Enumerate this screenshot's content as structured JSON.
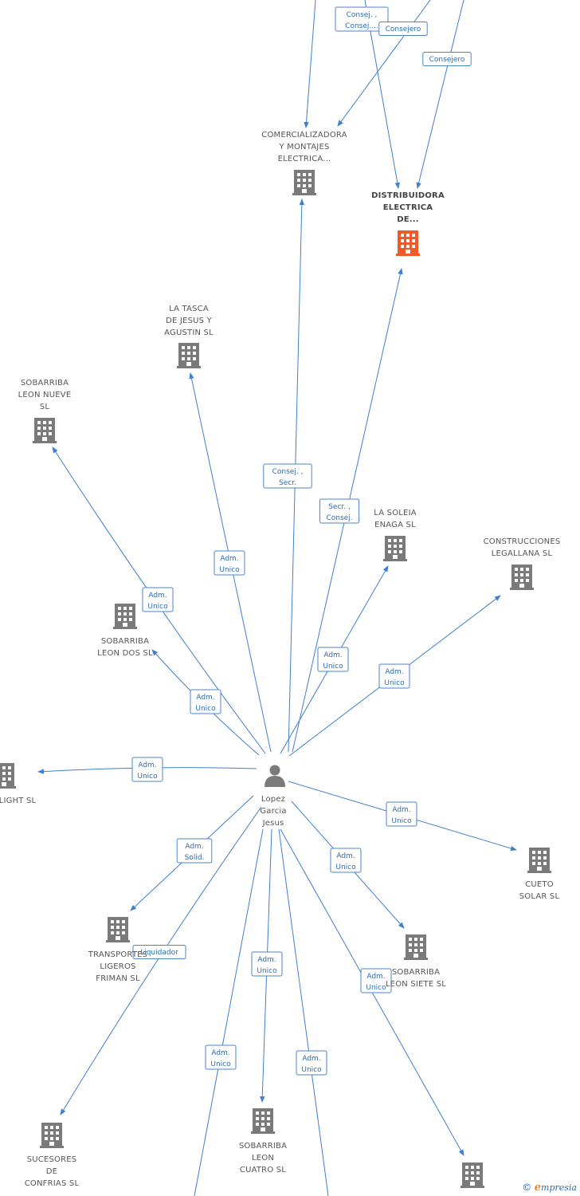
{
  "colors": {
    "edge": "#3f7fd0",
    "edge_label": "#2d6db5",
    "company_icon": "#7a7a7a",
    "focus_company_icon": "#f05a28",
    "person_icon": "#7a7a7a",
    "brand_accent": "#e38b2b"
  },
  "person": {
    "name": [
      "Lopez",
      "Garcia",
      "Jesus"
    ],
    "icon": "person-icon"
  },
  "companies": [
    {
      "id": "comercializadora",
      "label": [
        "COMERCIALIZADORA",
        "Y MONTAJES",
        "ELECTRICA..."
      ]
    },
    {
      "id": "distribuidora",
      "label": [
        "DISTRIBUIDORA",
        "ELECTRICA",
        "DE..."
      ],
      "focus": true
    },
    {
      "id": "la-tasca",
      "label": [
        "LA TASCA",
        "DE JESUS Y",
        "AGUSTIN  SL"
      ]
    },
    {
      "id": "sobarriba-nueve",
      "label": [
        "SOBARRIBA",
        "LEON NUEVE",
        "SL"
      ]
    },
    {
      "id": "la-soleia",
      "label": [
        "LA SOLEIA",
        "ENAGA SL"
      ]
    },
    {
      "id": "construcciones",
      "label": [
        "CONSTRUCCIONES",
        "LEGALLANA SL"
      ]
    },
    {
      "id": "sobarriba-dos",
      "label": [
        "SOBARRIBA",
        "LEON DOS  SL"
      ]
    },
    {
      "id": "light",
      "label": [
        "LIGHT SL"
      ]
    },
    {
      "id": "cueto",
      "label": [
        "CUETO",
        "SOLAR  SL"
      ]
    },
    {
      "id": "transportes",
      "label": [
        "TRANSPORTES",
        "LIGEROS",
        "FRIMAN SL"
      ]
    },
    {
      "id": "sobarriba-siete",
      "label": [
        "SOBARRIBA",
        "LEON SIETE  SL"
      ]
    },
    {
      "id": "sucesores",
      "label": [
        "SUCESORES",
        "DE",
        "CONFRIAS SL"
      ]
    },
    {
      "id": "sobarriba-cuatro",
      "label": [
        "SOBARRIBA",
        "LEON",
        "CUATRO  SL"
      ]
    },
    {
      "id": "bottom-right",
      "label": []
    }
  ],
  "edges": [
    {
      "id": "top-1",
      "label": []
    },
    {
      "id": "top-2",
      "label": [
        "Consej. ,",
        "Consej...."
      ]
    },
    {
      "id": "top-3",
      "label": [
        "Consejero"
      ]
    },
    {
      "id": "top-4",
      "label": [
        "Consejero"
      ]
    },
    {
      "id": "to-comercializadora",
      "label": [
        "Consej. ,",
        "Secr."
      ]
    },
    {
      "id": "to-distribuidora",
      "label": [
        "Secr. ,",
        "Consej."
      ]
    },
    {
      "id": "to-la-tasca",
      "label": [
        "Adm.",
        "Unico"
      ]
    },
    {
      "id": "to-sobarriba-nueve",
      "label": [
        "Adm.",
        "Unico"
      ]
    },
    {
      "id": "to-sobarriba-dos",
      "label": [
        "Adm.",
        "Unico"
      ]
    },
    {
      "id": "to-la-soleia",
      "label": [
        "Adm.",
        "Unico"
      ]
    },
    {
      "id": "to-construcciones",
      "label": [
        "Adm.",
        "Unico"
      ]
    },
    {
      "id": "to-light",
      "label": [
        "Adm.",
        "Unico"
      ]
    },
    {
      "id": "to-cueto",
      "label": [
        "Adm.",
        "Unico"
      ]
    },
    {
      "id": "to-transportes",
      "label": [
        "Adm.",
        "Solid."
      ]
    },
    {
      "id": "to-sucesores",
      "label": [
        "Liquidador"
      ]
    },
    {
      "id": "to-sobarriba-siete",
      "label": [
        "Adm.",
        "Unico"
      ]
    },
    {
      "id": "to-sobarriba-cuatro",
      "label": [
        "Adm.",
        "Unico"
      ]
    },
    {
      "id": "to-bottom-right",
      "label": [
        "Adm.",
        "Unico"
      ]
    },
    {
      "id": "down-left",
      "label": [
        "Adm.",
        "Unico"
      ]
    },
    {
      "id": "down-right",
      "label": [
        "Adm.",
        "Unico"
      ]
    }
  ],
  "brand": {
    "copyright": "©",
    "initial": "e",
    "rest": "mpresia"
  }
}
